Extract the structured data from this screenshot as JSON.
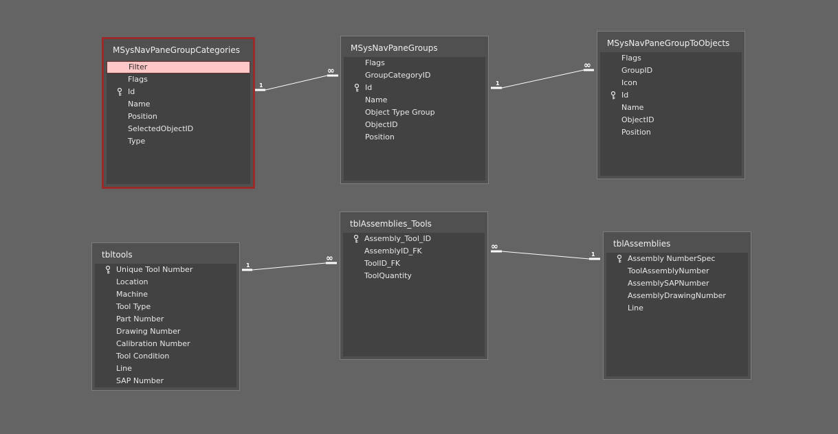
{
  "window": {
    "view": "Relationships"
  },
  "tables": [
    {
      "id": "msys-nav-pane-group-categories",
      "title": "MSysNavPaneGroupCategories",
      "selected": true,
      "fields": [
        {
          "name": "Filter",
          "key": false,
          "highlighted": true
        },
        {
          "name": "Flags",
          "key": false
        },
        {
          "name": "Id",
          "key": true
        },
        {
          "name": "Name",
          "key": false
        },
        {
          "name": "Position",
          "key": false
        },
        {
          "name": "SelectedObjectID",
          "key": false
        },
        {
          "name": "Type",
          "key": false
        }
      ]
    },
    {
      "id": "msys-nav-pane-groups",
      "title": "MSysNavPaneGroups",
      "fields": [
        {
          "name": "Flags",
          "key": false
        },
        {
          "name": "GroupCategoryID",
          "key": false
        },
        {
          "name": "Id",
          "key": true
        },
        {
          "name": "Name",
          "key": false
        },
        {
          "name": "Object Type Group",
          "key": false
        },
        {
          "name": "ObjectID",
          "key": false
        },
        {
          "name": "Position",
          "key": false
        }
      ]
    },
    {
      "id": "msys-nav-pane-group-to-objects",
      "title": "MSysNavPaneGroupToObjects",
      "fields": [
        {
          "name": "Flags",
          "key": false
        },
        {
          "name": "GroupID",
          "key": false
        },
        {
          "name": "Icon",
          "key": false
        },
        {
          "name": "Id",
          "key": true
        },
        {
          "name": "Name",
          "key": false
        },
        {
          "name": "ObjectID",
          "key": false
        },
        {
          "name": "Position",
          "key": false
        }
      ]
    },
    {
      "id": "tbltools",
      "title": "tbltools",
      "fields": [
        {
          "name": "Unique Tool Number",
          "key": true
        },
        {
          "name": "Location",
          "key": false
        },
        {
          "name": "Machine",
          "key": false
        },
        {
          "name": "Tool Type",
          "key": false
        },
        {
          "name": "Part Number",
          "key": false
        },
        {
          "name": "Drawing Number",
          "key": false
        },
        {
          "name": "Calibration Number",
          "key": false
        },
        {
          "name": "Tool Condition",
          "key": false
        },
        {
          "name": "Line",
          "key": false
        },
        {
          "name": "SAP Number",
          "key": false
        }
      ]
    },
    {
      "id": "tbl-assemblies-tools",
      "title": "tblAssemblies_Tools",
      "fields": [
        {
          "name": "Assembly_Tool_ID",
          "key": true
        },
        {
          "name": "AssemblyID_FK",
          "key": false
        },
        {
          "name": "ToolID_FK",
          "key": false
        },
        {
          "name": "ToolQuantity",
          "key": false
        }
      ]
    },
    {
      "id": "tbl-assemblies",
      "title": "tblAssemblies",
      "fields": [
        {
          "name": "Assembly NumberSpec",
          "key": true
        },
        {
          "name": "ToolAssemblyNumber",
          "key": false
        },
        {
          "name": "AssemblySAPNumber",
          "key": false
        },
        {
          "name": "AssemblyDrawingNumber",
          "key": false
        },
        {
          "name": "Line",
          "key": false
        }
      ]
    }
  ],
  "relationships": [
    {
      "from": "msys-nav-pane-group-categories",
      "to": "msys-nav-pane-groups",
      "one_label": "1",
      "many_label": "∞"
    },
    {
      "from": "msys-nav-pane-groups",
      "to": "msys-nav-pane-group-to-objects",
      "one_label": "1",
      "many_label": "∞"
    },
    {
      "from": "tbltools",
      "to": "tbl-assemblies-tools",
      "one_label": "1",
      "many_label": "∞"
    },
    {
      "from": "tbl-assemblies",
      "to": "tbl-assemblies-tools",
      "one_label": "1",
      "many_label": "∞"
    }
  ],
  "colors": {
    "canvas": "#646464",
    "table_frame": "#505050",
    "field_list": "#424242",
    "selection_border": "#9b2b2b",
    "highlight_row": "#ffc8c8",
    "text": "#e8e8e8",
    "line": "#ffffff"
  },
  "icons": {
    "primary_key": "key-icon"
  }
}
